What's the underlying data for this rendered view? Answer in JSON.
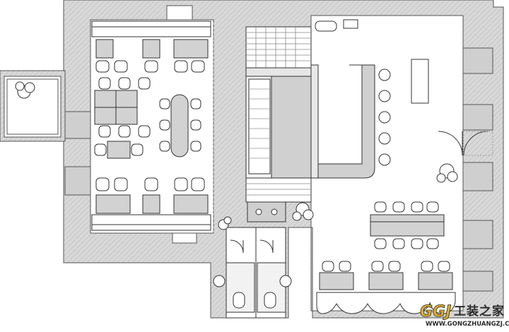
{
  "plan": {
    "colors": {
      "wall": "#d4d4d4",
      "wall_outline": "#555555",
      "furniture_fill": "#d2d2d2",
      "line": "#333333",
      "stair": "#888888",
      "background": "#ffffff"
    }
  },
  "watermark": {
    "logo": "GGJ",
    "name_cn": "工装之家",
    "url": "WWW.GONGZHUANGZJ.COM",
    "colors": {
      "gold": "#e0ad28",
      "dark": "#2b2b2b"
    }
  }
}
